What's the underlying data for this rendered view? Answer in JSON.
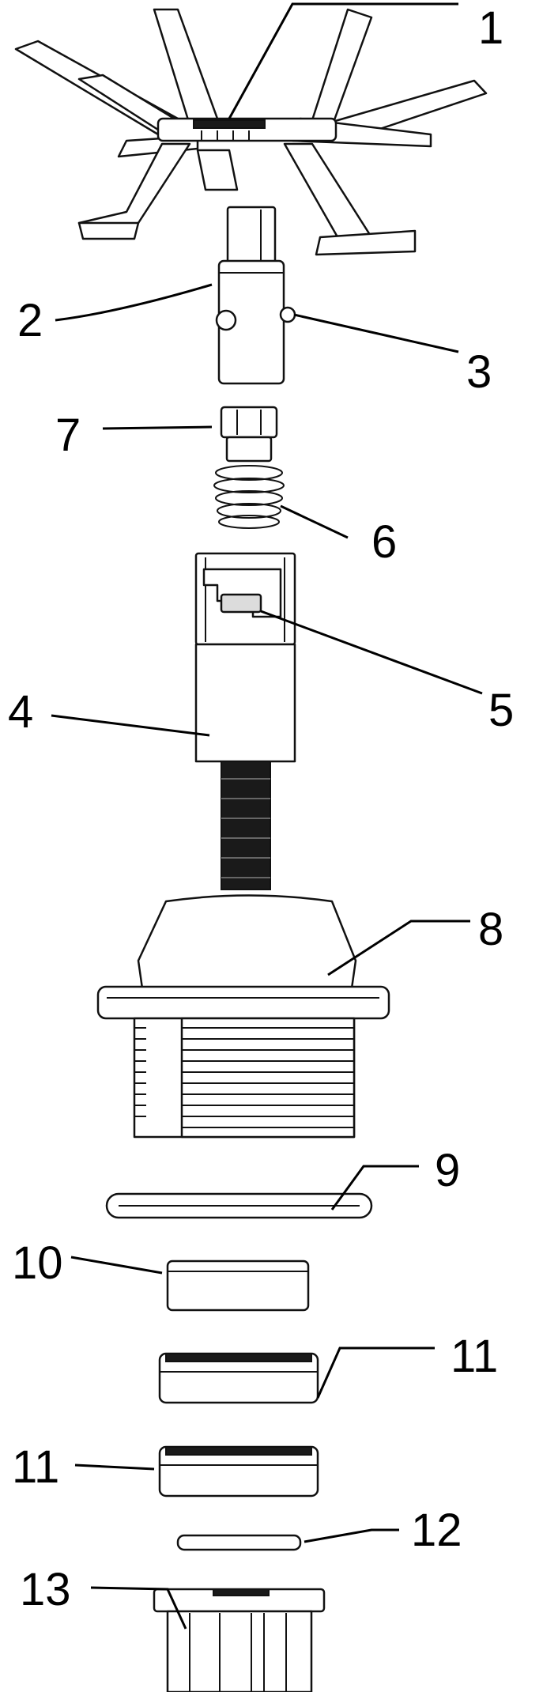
{
  "labels": {
    "l1": "1",
    "l2": "2",
    "l3": "3",
    "l4": "4",
    "l5": "5",
    "l6": "6",
    "l7": "7",
    "l8": "8",
    "l9": "9",
    "l10": "10",
    "l11a": "11",
    "l11b": "11",
    "l12": "12",
    "l13": "13"
  }
}
